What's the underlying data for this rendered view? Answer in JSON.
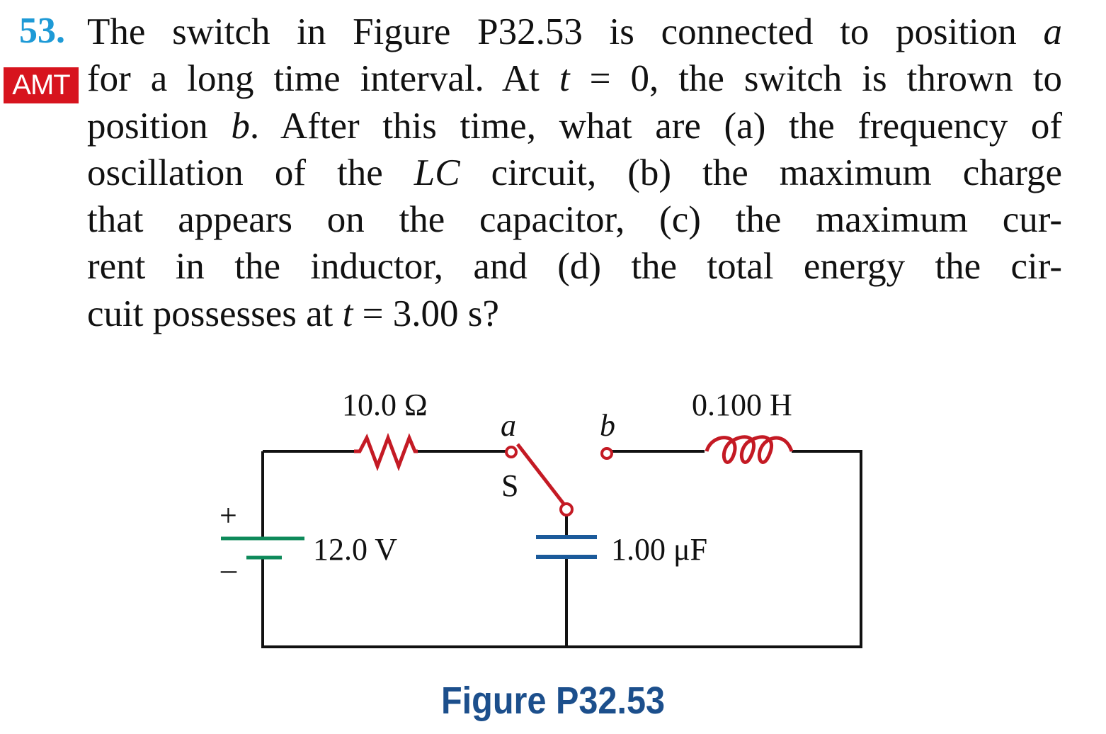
{
  "problem": {
    "number": "53.",
    "badge": "AMT",
    "lines": [
      [
        {
          "t": "The switch in Figure P32.53 is connected to position "
        },
        {
          "t": "a",
          "i": true
        }
      ],
      [
        {
          "t": "for a long time interval. At "
        },
        {
          "t": "t",
          "i": true
        },
        {
          "t": " = 0, the switch is thrown to"
        }
      ],
      [
        {
          "t": "position "
        },
        {
          "t": "b",
          "i": true
        },
        {
          "t": ". After this time, what are (a) the frequency of"
        }
      ],
      [
        {
          "t": "oscillation of the "
        },
        {
          "t": "LC",
          "i": true
        },
        {
          "t": " circuit, (b) the maximum charge"
        }
      ],
      [
        {
          "t": "that appears on the capacitor, (c) the maximum cur-"
        }
      ],
      [
        {
          "t": "rent in the inductor, and (d) the total energy the cir-"
        }
      ],
      [
        {
          "t": "cuit possesses at "
        },
        {
          "t": "t",
          "i": true
        },
        {
          "t": " = 3.00 s?"
        }
      ]
    ]
  },
  "figure": {
    "resistor_label": "10.0 Ω",
    "inductor_label": "0.100 H",
    "terminal_a": "a",
    "terminal_b": "b",
    "switch_label": "S",
    "battery_label": "12.0 V",
    "battery_plus": "+",
    "battery_minus": "–",
    "capacitor_label": "1.00 μF",
    "caption": "Figure P32.53",
    "colors": {
      "component": "#c41a24",
      "battery": "#0e8a5a",
      "capacitor": "#1b5a9a",
      "wire": "#111111",
      "caption": "#1c4f8c",
      "number": "#1e9ad6",
      "badge": "#d7141e"
    }
  }
}
